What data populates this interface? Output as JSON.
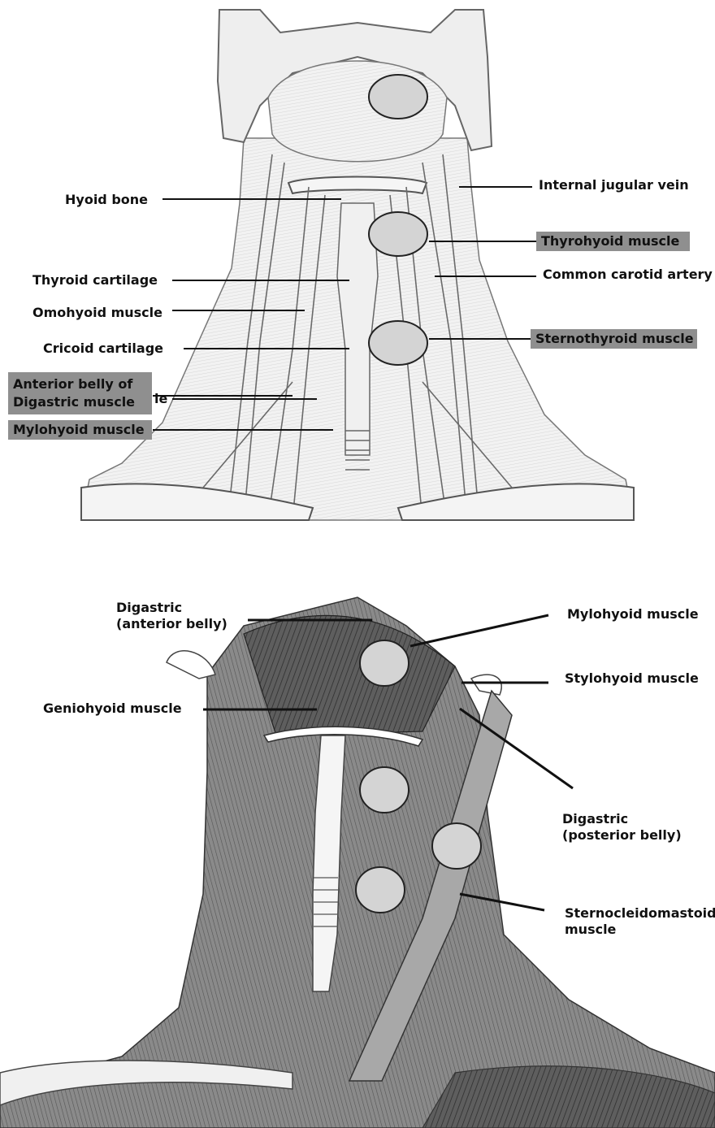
{
  "top_panel": {
    "labels": {
      "hyoid_bone": "Hyoid bone",
      "internal_jugular_vein": "Internal jugular vein",
      "thyrohyoid_muscle": "Thyrohyoid muscle",
      "thyroid_cartilage": "Thyroid cartilage",
      "common_carotid_artery": "Common carotid artery",
      "omohyoid_muscle": "Omohyoid muscle",
      "cricoid_cartilage": "Cricoid cartilage",
      "sternothyroid_muscle": "Sternothyroid muscle",
      "anterior_belly_digastric": "Anterior belly of\nDigastric muscle",
      "partial_label_fragment": "le",
      "mylohyoid_muscle": "Mylohyoid muscle"
    },
    "highlight_color": "#8f8f8f",
    "marker_color": "#d4d4d4",
    "illustration_style": "line-art"
  },
  "bottom_panel": {
    "labels": {
      "digastric_anterior": "Digastric\n(anterior belly)",
      "mylohyoid_muscle": "Mylohyoid muscle",
      "stylohyoid_muscle": "Stylohyoid muscle",
      "geniohyoid_muscle": "Geniohyoid muscle",
      "digastric_posterior": "Digastric\n(posterior belly)",
      "sternocleidomastoid": "Sternocleidomastoid\nmuscle"
    },
    "marker_color": "#d4d4d4",
    "illustration_style": "engraving"
  }
}
